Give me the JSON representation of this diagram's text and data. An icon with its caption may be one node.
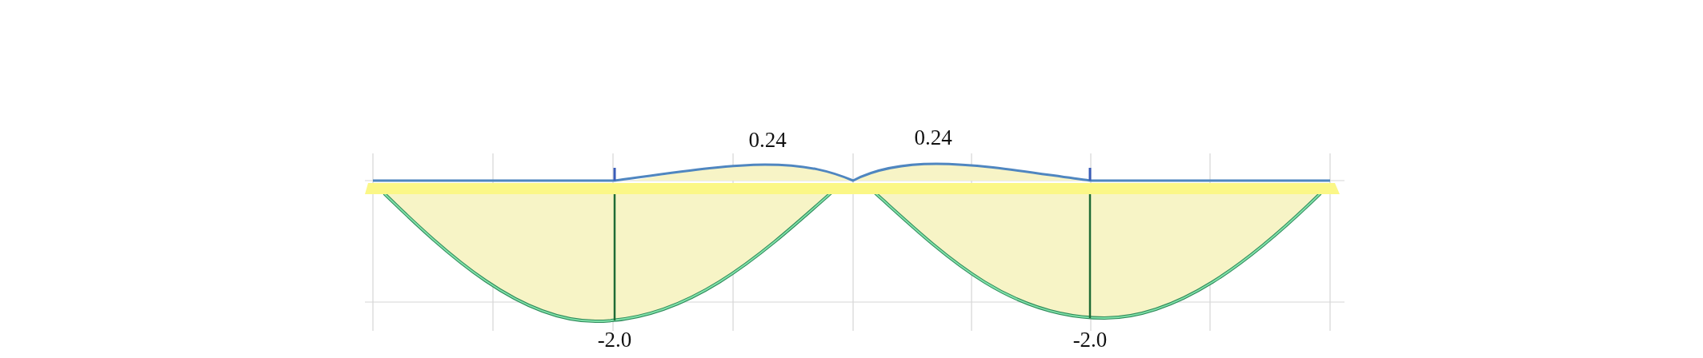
{
  "diagram": {
    "labels": [
      "0.24",
      "0.24",
      "-2.0",
      "-2.0"
    ]
  }
}
